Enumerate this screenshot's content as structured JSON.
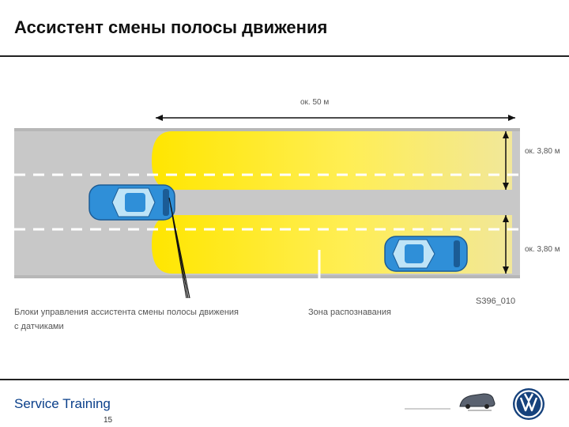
{
  "slide": {
    "title": "Ассистент смены полосы движения"
  },
  "diagram": {
    "distance_label": "ок. 50 м",
    "width_upper_label": "ок. 3,80 м",
    "width_lower_label": "ок. 3,80 м",
    "caption_left_line1": "Блоки управления ассистента смены полосы движения",
    "caption_left_line2": "с датчиками",
    "caption_middle": "Зона распознавания",
    "figure_code": "S396_010",
    "colors": {
      "road": "#c9c9c9",
      "zone": "#ffe300",
      "car": "#2f8fd8"
    }
  },
  "footer": {
    "brand": "Service Training",
    "page": "15"
  }
}
